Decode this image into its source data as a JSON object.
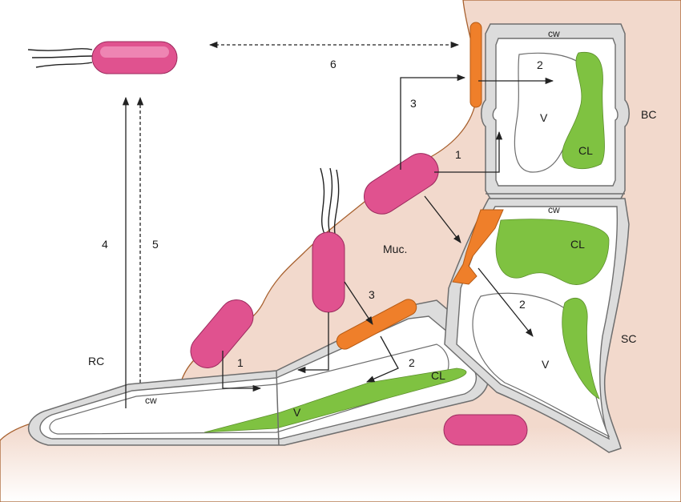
{
  "colors": {
    "tissue": "#f2d9cc",
    "tissue_edge": "#a8612f",
    "cell_wall": "#dcdcdc",
    "chloroplast": "#7fc241",
    "bacterium": "#e0528f",
    "bacterium_highlight": "#f7a9cb",
    "host_cell_bacterium": "#ef7f2a"
  },
  "labels": {
    "route_4": "4",
    "route_5": "5",
    "route_6": "6",
    "rc": "RC",
    "cw_root": "cw",
    "v_root": "V",
    "cl_root": "CL",
    "route_1_root": "1",
    "route_2_root": "2",
    "route_3_mid": "3",
    "muc": "Muc.",
    "route_3_top": "3",
    "route_1_top": "1",
    "route_2_top": "2",
    "cw_top": "cw",
    "v_top": "V",
    "cl_top": "CL",
    "bc": "BC",
    "cw_mid": "cw",
    "cl_mid": "CL",
    "route_2_sc": "2",
    "v_sc": "V",
    "sc": "SC"
  },
  "icons": [
    "flagella-icon"
  ]
}
